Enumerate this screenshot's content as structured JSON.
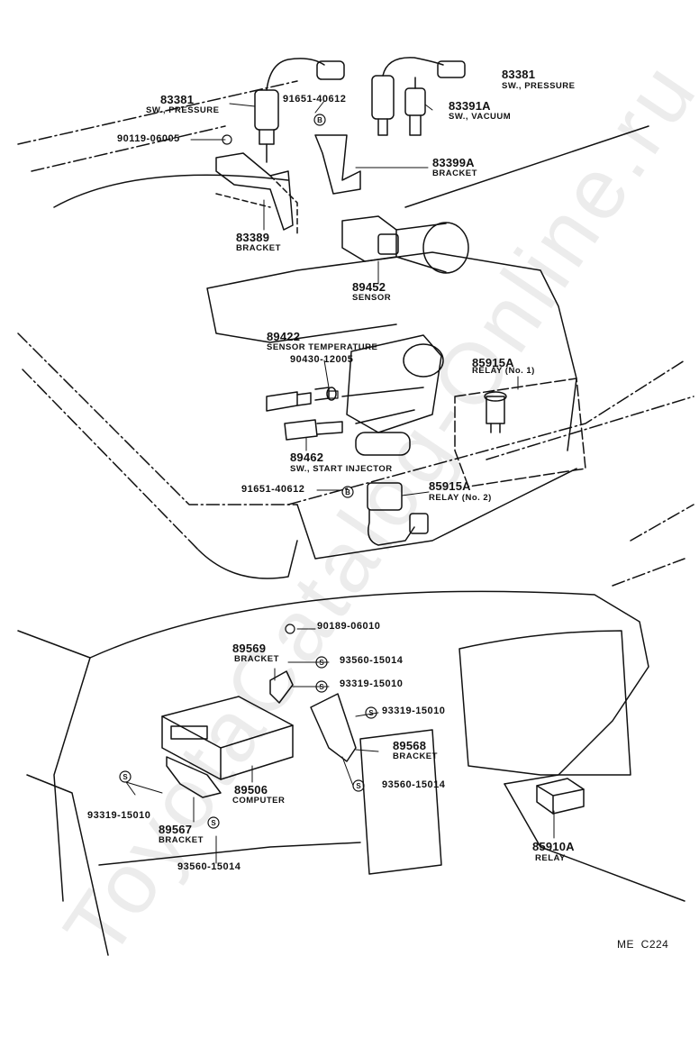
{
  "watermark": "ToyotaCatalog-Online.ru",
  "diagram_code": "ME  C224",
  "callouts": [
    {
      "id": "c1",
      "part": "83381",
      "name": "SW., PRESSURE"
    },
    {
      "id": "c2",
      "part": "83381",
      "name": "SW., PRESSURE"
    },
    {
      "id": "c3",
      "part": "91651-40612",
      "name": ""
    },
    {
      "id": "c4",
      "part": "90119-06005",
      "name": ""
    },
    {
      "id": "c5",
      "part": "83391A",
      "name": "SW., VACUUM"
    },
    {
      "id": "c6",
      "part": "83399A",
      "name": "BRACKET"
    },
    {
      "id": "c7",
      "part": "83389",
      "name": "BRACKET"
    },
    {
      "id": "c8",
      "part": "89452",
      "name": "SENSOR"
    },
    {
      "id": "c9",
      "part": "89422",
      "name": "SENSOR TEMPERATURE"
    },
    {
      "id": "c10",
      "part": "90430-12005",
      "name": ""
    },
    {
      "id": "c11",
      "part": "85915A",
      "name": "RELAY (No. 1)"
    },
    {
      "id": "c12",
      "part": "89462",
      "name": "SW., START INJECTOR"
    },
    {
      "id": "c13",
      "part": "91651-40612",
      "name": ""
    },
    {
      "id": "c14",
      "part": "85915A",
      "name": "RELAY (No. 2)"
    },
    {
      "id": "c15",
      "part": "90189-06010",
      "name": ""
    },
    {
      "id": "c16",
      "part": "89569",
      "name": "BRACKET"
    },
    {
      "id": "c17",
      "part": "93560-15014",
      "name": ""
    },
    {
      "id": "c18",
      "part": "93319-15010",
      "name": ""
    },
    {
      "id": "c19",
      "part": "93319-15010",
      "name": ""
    },
    {
      "id": "c20",
      "part": "89568",
      "name": "BRACKET"
    },
    {
      "id": "c21",
      "part": "93560-15014",
      "name": ""
    },
    {
      "id": "c22",
      "part": "89506",
      "name": "COMPUTER"
    },
    {
      "id": "c23",
      "part": "93319-15010",
      "name": ""
    },
    {
      "id": "c24",
      "part": "89567",
      "name": "BRACKET"
    },
    {
      "id": "c25",
      "part": "93560-15014",
      "name": ""
    },
    {
      "id": "c26",
      "part": "85910A",
      "name": "RELAY"
    }
  ],
  "symbols": {
    "bolt_marker": "B",
    "screw_marker": "S"
  }
}
